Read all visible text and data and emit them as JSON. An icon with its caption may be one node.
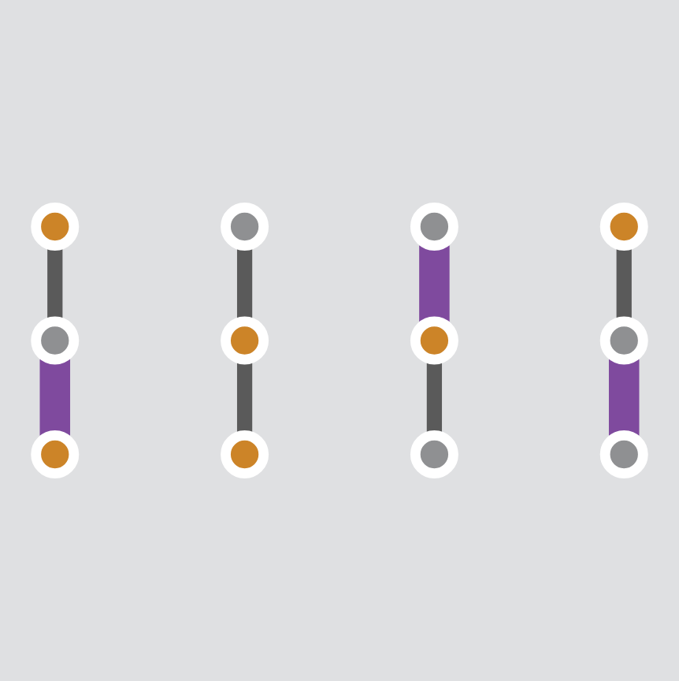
{
  "diagram": {
    "nodes": [
      {
        "text": [],
        "shape": "circle"
      },
      {
        "text": [],
        "shape": "circle"
      },
      {
        "text": [],
        "shape": "circle"
      },
      {
        "text": [],
        "shape": "circle"
      },
      {
        "text": [],
        "shape": "circle"
      },
      {
        "text": [],
        "shape": "circle"
      },
      {
        "text": [],
        "shape": "circle"
      },
      {
        "text": [],
        "shape": "circle"
      },
      {
        "text": [],
        "shape": "circle"
      },
      {
        "text": [],
        "shape": "circle"
      },
      {
        "text": [],
        "shape": "circle"
      },
      {
        "text": [],
        "shape": "circle"
      }
    ],
    "edges": [
      {
        "from": 0,
        "to": 1,
        "arrow": "none"
      },
      {
        "from": 1,
        "to": 2,
        "arrow": "none",
        "style": "thick",
        "color": "#7f4a9e"
      },
      {
        "from": 3,
        "to": 4,
        "arrow": "none"
      },
      {
        "from": 4,
        "to": 5,
        "arrow": "none"
      },
      {
        "from": 6,
        "to": 7,
        "arrow": "none",
        "style": "thick",
        "color": "#7f4a9e"
      },
      {
        "from": 7,
        "to": 8,
        "arrow": "none"
      },
      {
        "from": 9,
        "to": 10,
        "arrow": "none"
      },
      {
        "from": 10,
        "to": 11,
        "arrow": "none",
        "style": "thick",
        "color": "#7f4a9e"
      }
    ]
  }
}
